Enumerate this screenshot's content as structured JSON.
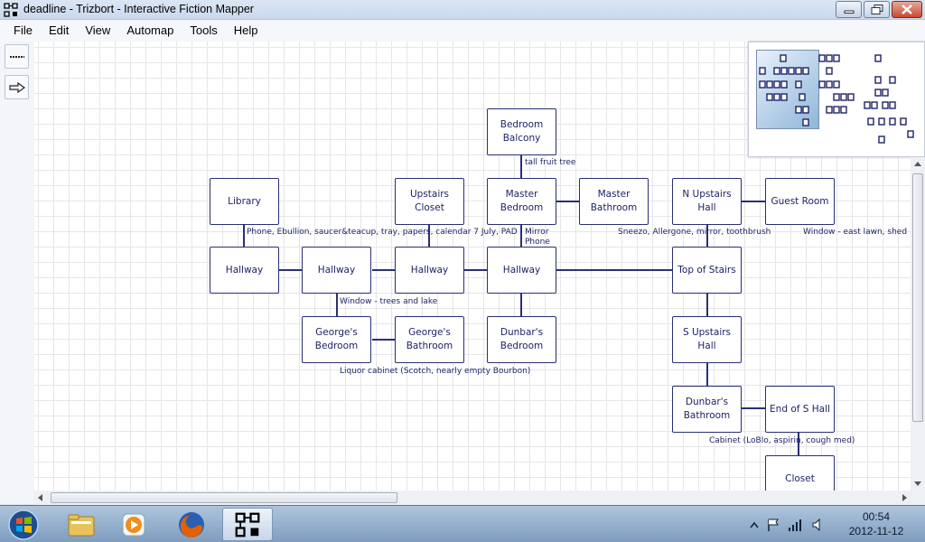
{
  "window": {
    "title": "deadline - Trizbort - Interactive Fiction Mapper"
  },
  "menu": [
    "File",
    "Edit",
    "View",
    "Automap",
    "Tools",
    "Help"
  ],
  "tools": [
    "line-tool-icon",
    "arrow-tool-icon"
  ],
  "rooms": [
    {
      "id": "bedroom-balcony",
      "name": "Bedroom\nBalcony"
    },
    {
      "id": "library",
      "name": "Library"
    },
    {
      "id": "upstairs-closet",
      "name": "Upstairs\nCloset"
    },
    {
      "id": "master-bedroom",
      "name": "Master\nBedroom"
    },
    {
      "id": "master-bathroom",
      "name": "Master\nBathroom"
    },
    {
      "id": "n-upstairs-hall",
      "name": "N Upstairs\nHall"
    },
    {
      "id": "guest-room",
      "name": "Guest Room"
    },
    {
      "id": "hallway-1",
      "name": "Hallway"
    },
    {
      "id": "hallway-2",
      "name": "Hallway"
    },
    {
      "id": "hallway-3",
      "name": "Hallway"
    },
    {
      "id": "hallway-4",
      "name": "Hallway"
    },
    {
      "id": "top-of-stairs",
      "name": "Top of Stairs"
    },
    {
      "id": "georges-bedroom",
      "name": "George's\nBedroom"
    },
    {
      "id": "georges-bathroom",
      "name": "George's\nBathroom"
    },
    {
      "id": "dunbars-bedroom",
      "name": "Dunbar's\nBedroom"
    },
    {
      "id": "s-upstairs-hall",
      "name": "S Upstairs\nHall"
    },
    {
      "id": "dunbars-bathroom",
      "name": "Dunbar's\nBathroom"
    },
    {
      "id": "end-of-s-hall",
      "name": "End of S Hall"
    },
    {
      "id": "closet",
      "name": "Closet"
    }
  ],
  "labels": [
    {
      "id": "tall-fruit-tree",
      "text": "tall fruit tree"
    },
    {
      "id": "library-items",
      "text": "Phone, Ebullion, saucer&teacup, tray, papers, calendar 7 July, PAD"
    },
    {
      "id": "mirror-phone",
      "text": "Mirror\nPhone"
    },
    {
      "id": "n-hall-items",
      "text": "Sneezo, Allergone, mirror, toothbrush"
    },
    {
      "id": "guest-window",
      "text": "Window - east lawn, shed"
    },
    {
      "id": "hall-window",
      "text": "Window - trees and lake"
    },
    {
      "id": "liquor-cabinet",
      "text": "Liquor cabinet (Scotch, nearly empty Bourbon)"
    },
    {
      "id": "bathroom-cabinet",
      "text": "Cabinet (LoBlo, aspirin, cough med)"
    }
  ],
  "clock": {
    "time": "00:54",
    "date": "2012-11-12"
  }
}
